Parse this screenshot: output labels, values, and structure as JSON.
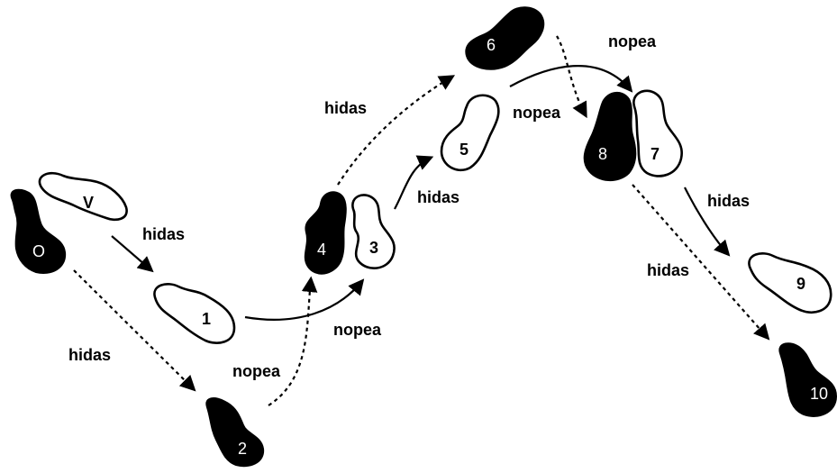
{
  "nodes": {
    "V": {
      "label": "V",
      "kind": "white"
    },
    "O": {
      "label": "O",
      "kind": "black"
    },
    "n1": {
      "label": "1",
      "kind": "white"
    },
    "n2": {
      "label": "2",
      "kind": "black"
    },
    "n3": {
      "label": "3",
      "kind": "white"
    },
    "n4": {
      "label": "4",
      "kind": "black"
    },
    "n5": {
      "label": "5",
      "kind": "white"
    },
    "n6": {
      "label": "6",
      "kind": "black"
    },
    "n7": {
      "label": "7",
      "kind": "white"
    },
    "n8": {
      "label": "8",
      "kind": "black"
    },
    "n9": {
      "label": "9",
      "kind": "white"
    },
    "n10": {
      "label": "10",
      "kind": "black"
    }
  },
  "edges": [
    {
      "id": "e_v_1",
      "from": "V",
      "to": "1",
      "style": "solid",
      "label": "hidas"
    },
    {
      "id": "e_o_2",
      "from": "O",
      "to": "2",
      "style": "dashed",
      "label": "hidas"
    },
    {
      "id": "e_1_3",
      "from": "1",
      "to": "3",
      "style": "solid",
      "label": "nopea"
    },
    {
      "id": "e_2_4",
      "from": "2",
      "to": "4",
      "style": "dashed",
      "label": "nopea"
    },
    {
      "id": "e_3_5",
      "from": "3",
      "to": "5",
      "style": "solid",
      "label": "hidas"
    },
    {
      "id": "e_4_6",
      "from": "4",
      "to": "6",
      "style": "dashed",
      "label": "hidas"
    },
    {
      "id": "e_5_7",
      "from": "5",
      "to": "7",
      "style": "solid",
      "label": "nopea"
    },
    {
      "id": "e_6_8",
      "from": "6",
      "to": "8",
      "style": "dashed",
      "label": "nopea"
    },
    {
      "id": "e_7_9",
      "from": "7",
      "to": "9",
      "style": "solid",
      "label": "hidas"
    },
    {
      "id": "e_8_10",
      "from": "8",
      "to": "10",
      "style": "dashed",
      "label": "hidas"
    }
  ],
  "colors": {
    "white_node": "#ffffff",
    "black_node": "#000000",
    "outline": "#000000",
    "background": "#ffffff"
  }
}
